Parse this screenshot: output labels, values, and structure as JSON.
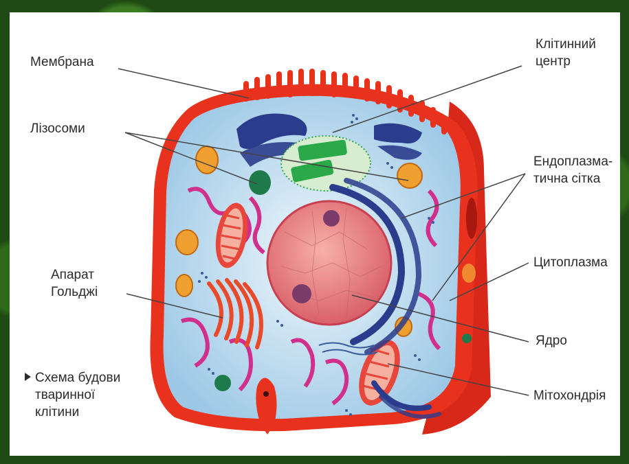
{
  "labels": {
    "membrane": "Мембрана",
    "lysosomes": "Лізосоми",
    "golgi_line1": "Апарат",
    "golgi_line2": "Гольджі",
    "cell_center_line1": "Клітинний",
    "cell_center_line2": "центр",
    "er_line1": "Ендоплазма-",
    "er_line2": "тична сітка",
    "cytoplasm": "Цитоплазма",
    "nucleus": "Ядро",
    "mitochondria": "Мітохондрія"
  },
  "caption": {
    "line1": "Схема будови",
    "line2": "тваринної",
    "line3": "клітини"
  },
  "colors": {
    "membrane": "#e8321e",
    "cytoplasm": "#bcdcf0",
    "nucleus": "#f08a8a",
    "er": "#2c3c8c",
    "golgi": "#e84a2a",
    "cell_center": "#2aa84a",
    "lysosome": "#1e7a4a",
    "vesicle": "#f0a030",
    "pink_er": "#d0308c"
  }
}
